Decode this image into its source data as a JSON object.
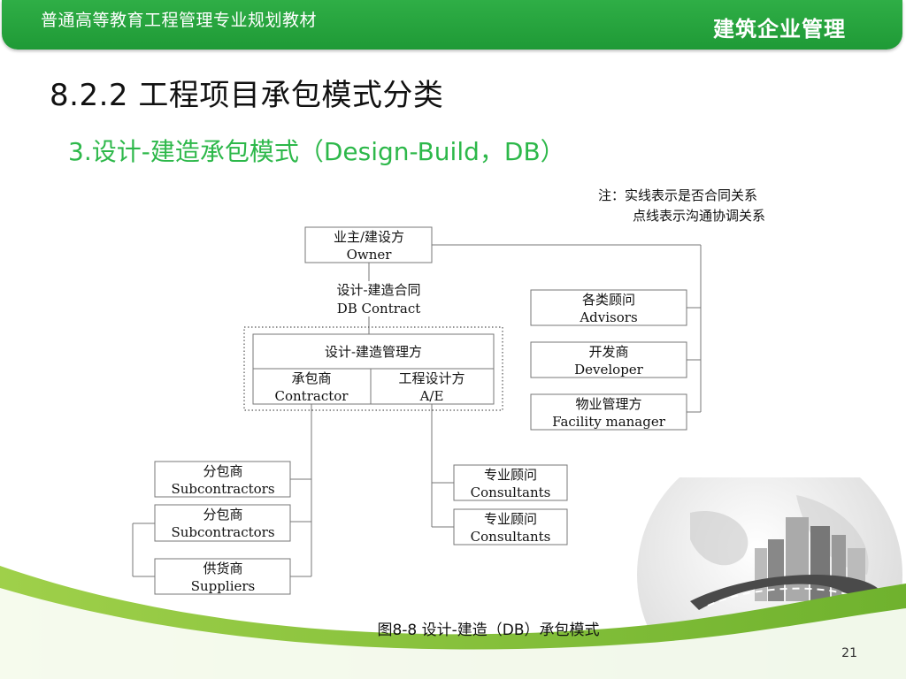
{
  "header": {
    "left_text": "普通高等教育工程管理专业规划教材",
    "right_text": "建筑企业管理"
  },
  "title": "8.2.2 工程项目承包模式分类",
  "subtitle": "3.设计-建造承包模式（Design-Build，DB）",
  "diagram": {
    "note_line1": "注：实线表示是否合同关系",
    "note_line2": "点线表示沟通协调关系",
    "owner_cn": "业主/建设方",
    "owner_en": "Owner",
    "contract_cn": "设计-建造合同",
    "contract_en": "DB Contract",
    "db_manager": "设计-建造管理方",
    "contractor_cn": "承包商",
    "contractor_en": "Contractor",
    "ae_cn": "工程设计方",
    "ae_en": "A/E",
    "advisors_cn": "各类顾问",
    "advisors_en": "Advisors",
    "developer_cn": "开发商",
    "developer_en": "Developer",
    "facility_cn": "物业管理方",
    "facility_en": "Facility manager",
    "sub1_cn": "分包商",
    "sub1_en": "Subcontractors",
    "sub2_cn": "分包商",
    "sub2_en": "Subcontractors",
    "suppliers_cn": "供货商",
    "suppliers_en": "Suppliers",
    "consult1_cn": "专业顾问",
    "consult1_en": "Consultants",
    "consult2_cn": "专业顾问",
    "consult2_en": "Consultants"
  },
  "caption": "图8-8  设计-建造（DB）承包模式",
  "page_number": "21",
  "colors": {
    "header_green": "#22a23a",
    "subtitle_green": "#2db84a",
    "swoosh_green": "#8cc63f"
  }
}
